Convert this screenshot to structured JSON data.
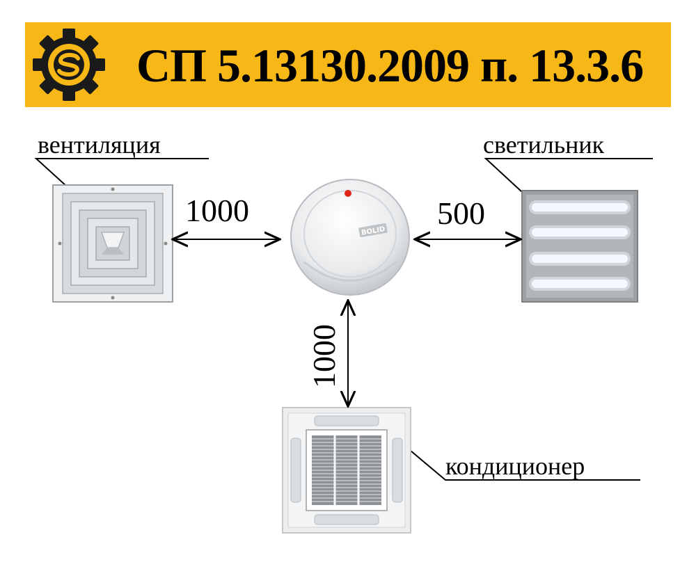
{
  "header": {
    "title": "СП 5.13130.2009 п. 13.3.6",
    "accent_color": "#f7b716",
    "logo_icon": "gear-s-logo-icon"
  },
  "labels": {
    "ventilation": "вентиляция",
    "luminaire": "светильник",
    "air_conditioner": "кондиционер"
  },
  "distances": {
    "to_ventilation": "1000",
    "to_luminaire": "500",
    "to_air_conditioner": "1000"
  },
  "detector": {
    "brand": "BOLID"
  }
}
